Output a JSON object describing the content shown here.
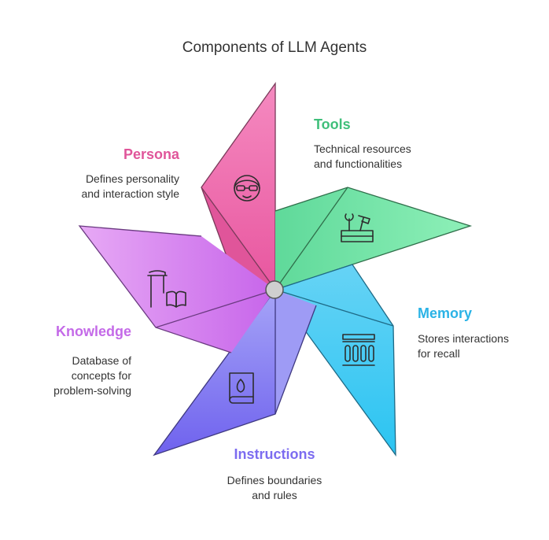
{
  "title": "Components of LLM Agents",
  "colors": {
    "persona": "#e0559a",
    "tools": "#4fd18b",
    "memory": "#2bb3e6",
    "instructions": "#7c6cf0",
    "knowledge": "#c46ae8"
  },
  "components": {
    "persona": {
      "label": "Persona",
      "desc": [
        "Defines personality",
        "and interaction style"
      ],
      "icon": "persona-face-icon"
    },
    "tools": {
      "label": "Tools",
      "desc": [
        "Technical resources",
        "and functionalities"
      ],
      "icon": "toolbox-icon"
    },
    "memory": {
      "label": "Memory",
      "desc": [
        "Stores interactions",
        "for recall"
      ],
      "icon": "archive-building-icon"
    },
    "instructions": {
      "label": "Instructions",
      "desc": [
        "Defines boundaries",
        "and rules"
      ],
      "icon": "rule-book-icon"
    },
    "knowledge": {
      "label": "Knowledge",
      "desc": [
        "Database of",
        "concepts for",
        "problem-solving"
      ],
      "icon": "library-book-icon"
    }
  }
}
